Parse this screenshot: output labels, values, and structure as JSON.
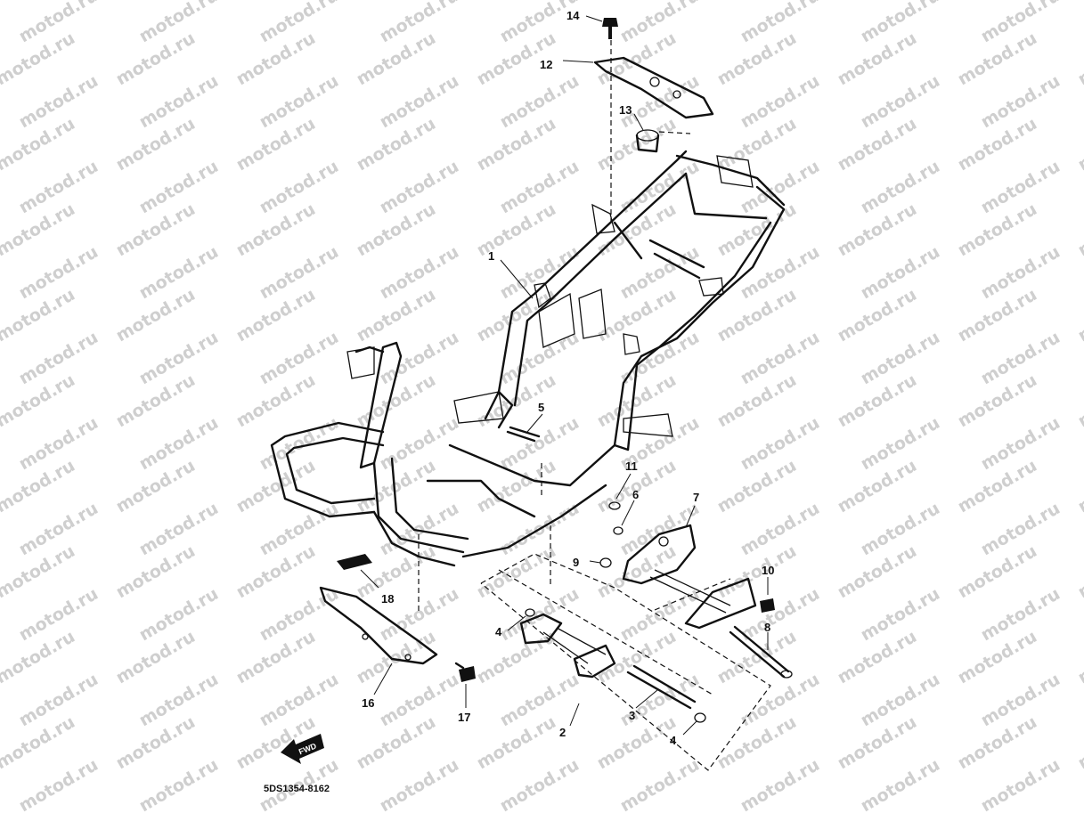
{
  "watermark": {
    "text": "motod.ru",
    "color": "#cfcfcf"
  },
  "diagram": {
    "drawing_code": "5DS1354-8162",
    "forward_badge": "FWD",
    "callouts": [
      {
        "id": "c1",
        "label": "1"
      },
      {
        "id": "c2",
        "label": "2"
      },
      {
        "id": "c3",
        "label": "3"
      },
      {
        "id": "c4a",
        "label": "4"
      },
      {
        "id": "c4b",
        "label": "4"
      },
      {
        "id": "c5",
        "label": "5"
      },
      {
        "id": "c6",
        "label": "6"
      },
      {
        "id": "c7",
        "label": "7"
      },
      {
        "id": "c8",
        "label": "8"
      },
      {
        "id": "c9",
        "label": "9"
      },
      {
        "id": "c10",
        "label": "10"
      },
      {
        "id": "c11",
        "label": "11"
      },
      {
        "id": "c12",
        "label": "12"
      },
      {
        "id": "c13",
        "label": "13"
      },
      {
        "id": "c14",
        "label": "14"
      },
      {
        "id": "c16",
        "label": "16"
      },
      {
        "id": "c17",
        "label": "17"
      },
      {
        "id": "c18",
        "label": "18"
      }
    ]
  }
}
